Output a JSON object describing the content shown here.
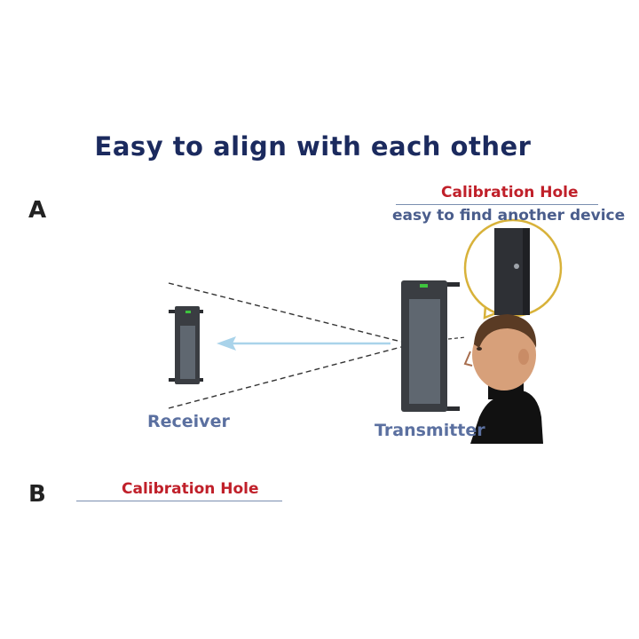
{
  "title": "Easy to align with each other",
  "section_a": {
    "letter": "A",
    "callout_title": "Calibration Hole",
    "callout_subtitle": "easy to find another device"
  },
  "section_b": {
    "letter": "B",
    "callout_title": "Calibration Hole"
  },
  "devices": {
    "receiver_label": "Receiver",
    "transmitter_label": "Transmitter"
  },
  "colors": {
    "title": "#1b2a5e",
    "callout_title": "#c0202a",
    "callout_subtitle": "#4a5d8c",
    "device_label": "#5b70a0",
    "beam_arrow": "#a9d3ea",
    "device_body": "#3a3d42",
    "led": "#3ec43e",
    "callout_border": "#d8b23a"
  }
}
